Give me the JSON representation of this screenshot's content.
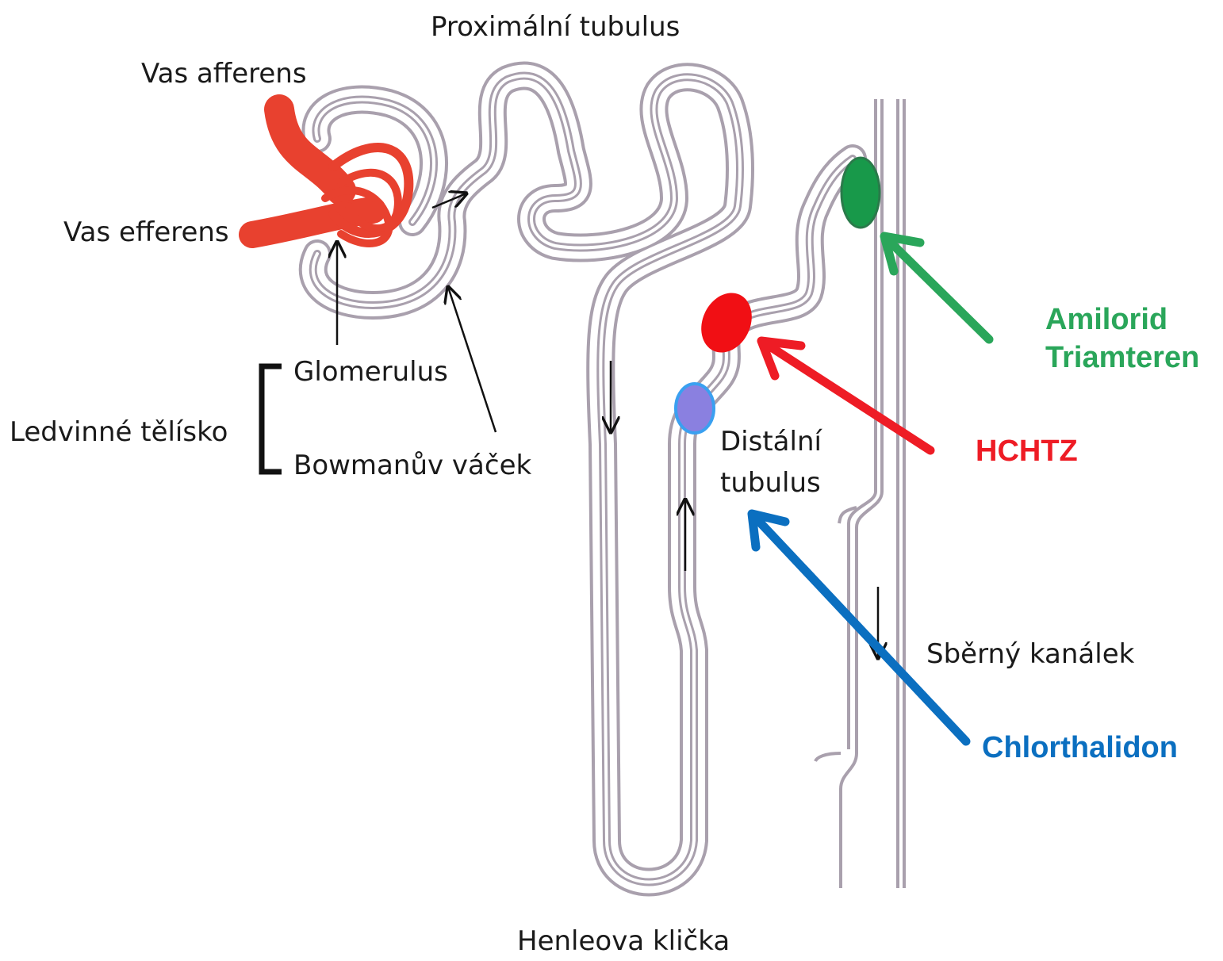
{
  "labels": {
    "proximal_tubule": "Proximální tubulus",
    "vas_afferens": "Vas afferens",
    "vas_efferens": "Vas efferens",
    "glomerulus": "Glomerulus",
    "bowman_capsule": "Bowmanův váček",
    "renal_corpuscle": "Ledvinné tělísko",
    "distal_tubule_line1": "Distální",
    "distal_tubule_line2": "tubulus",
    "collecting_duct": "Sběrný kanálek",
    "loop_of_henle": "Henleova klička"
  },
  "drugs": {
    "amilorid": {
      "line1": "Amilorid",
      "line2": "Triamteren",
      "color": "#2aa65a"
    },
    "hchtz": {
      "text": "HCHTZ",
      "color": "#ee1c25"
    },
    "chlorthalidon": {
      "text": "Chlorthalidon",
      "color": "#0b6fc0"
    }
  },
  "colors": {
    "vessel": "#e8412f",
    "tubule_outline": "#a9a0ad",
    "marker_purple": "#8a80e0",
    "marker_purple_border": "#3aa0f0",
    "marker_green": "#18994a",
    "marker_red": "#f10f14"
  }
}
